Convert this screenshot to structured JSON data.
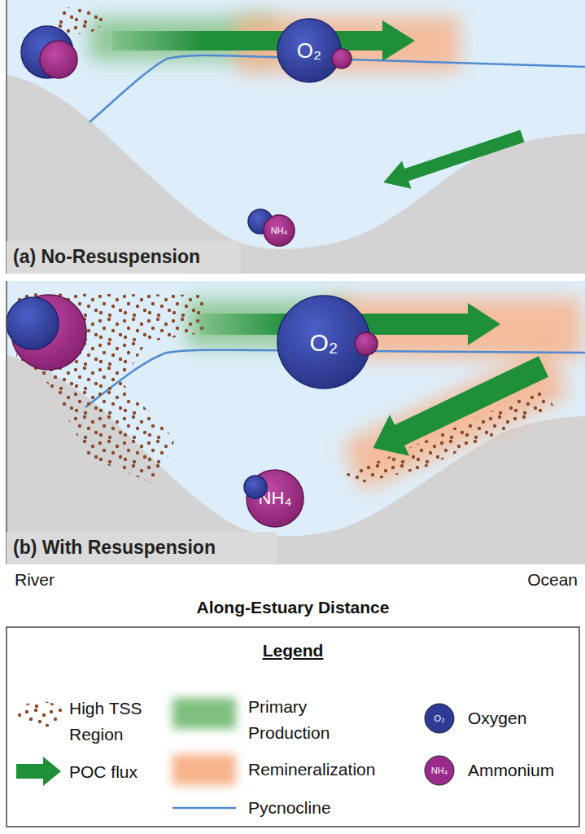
{
  "diagram": {
    "nodes": [
      {
        "text": [
          "(a) No-Resuspension"
        ]
      },
      {
        "text": [
          "O₂"
        ],
        "in": 0
      },
      {
        "text": [
          "NH₄"
        ],
        "in": 0
      },
      {
        "text": [
          "(b) With Resuspension"
        ]
      },
      {
        "text": [
          "O₂"
        ],
        "in": 3
      },
      {
        "text": [
          "NH₄"
        ],
        "in": 3
      }
    ],
    "labels": [
      "River",
      "Ocean",
      "Along-Estuary Distance",
      "Legend",
      "O₂",
      "NH₄"
    ],
    "legend": [
      {
        "text": "High TSS Region"
      },
      {
        "text": "Primary Production",
        "color": "#7fbf7f"
      },
      {
        "text": "Oxygen",
        "color": "#2e3a96"
      },
      {
        "text": "POC flux"
      },
      {
        "text": "Remineralization",
        "color": "#f7b48c"
      },
      {
        "text": "Ammonium",
        "color": "#9a2a8c"
      },
      {
        "text": "Pycnocline"
      }
    ]
  }
}
